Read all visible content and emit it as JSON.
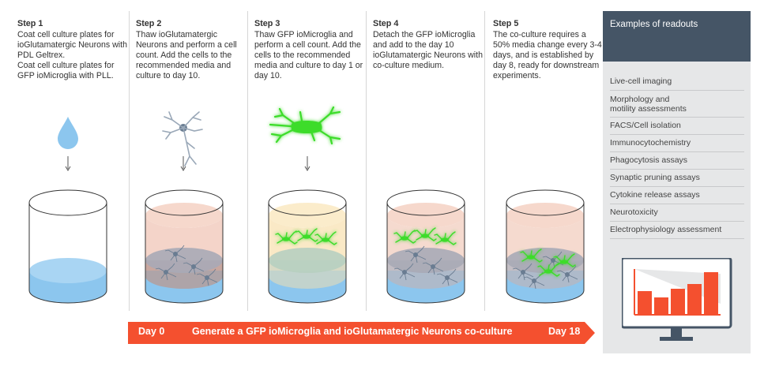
{
  "steps": [
    {
      "title": "Step 1",
      "desc": "Coat cell culture plates for ioGlutamatergic Neurons with PDL Geltrex.\nCoat cell culture plates for GFP ioMicroglia with PLL."
    },
    {
      "title": "Step 2",
      "desc": "Thaw ioGlutamatergic Neurons and perform a cell count. Add the cells to the recommended media and culture to day 10."
    },
    {
      "title": "Step 3",
      "desc": "Thaw GFP ioMicroglia and perform a cell count. Add the cells to the recommended media and culture to day 1 or day 10."
    },
    {
      "title": "Step 4",
      "desc": "Detach the GFP ioMicroglia and add to the day 10 ioGlutamatergic Neurons with co-culture medium."
    },
    {
      "title": "Step 5",
      "desc": "The co-culture requires a 50% media change every 3-4 days, and is established by day 8, ready for downstream experiments."
    }
  ],
  "readouts": {
    "title": "Examples of readouts",
    "items": [
      "Live-cell imaging",
      "Morphology and\nmotility assessments",
      "FACS/Cell isolation",
      "Immunocytochemistry",
      "Phagocytosis assays",
      "Synaptic pruning assays",
      "Cytokine release assays",
      "Neurotoxicity",
      "Electrophysiology assessment"
    ]
  },
  "banner": {
    "start": "Day 0",
    "label": "Generate a GFP ioMicroglia and ioGlutamatergic Neurons co-culture",
    "end": "Day 18"
  },
  "colors": {
    "banner": "#f4502f",
    "panel_head": "#455566",
    "panel_body": "#e6e7e8",
    "media_blue": "#8cc6ee",
    "neuron_layer": "#e8b5a3",
    "microglia_green": "#3ddc2a",
    "chart_bar": "#f4502f"
  },
  "icons": {
    "drop": "droplet-icon",
    "neuron": "neuron-icon",
    "microglia": "microglia-icon",
    "monitor": "monitor-chart-icon"
  }
}
